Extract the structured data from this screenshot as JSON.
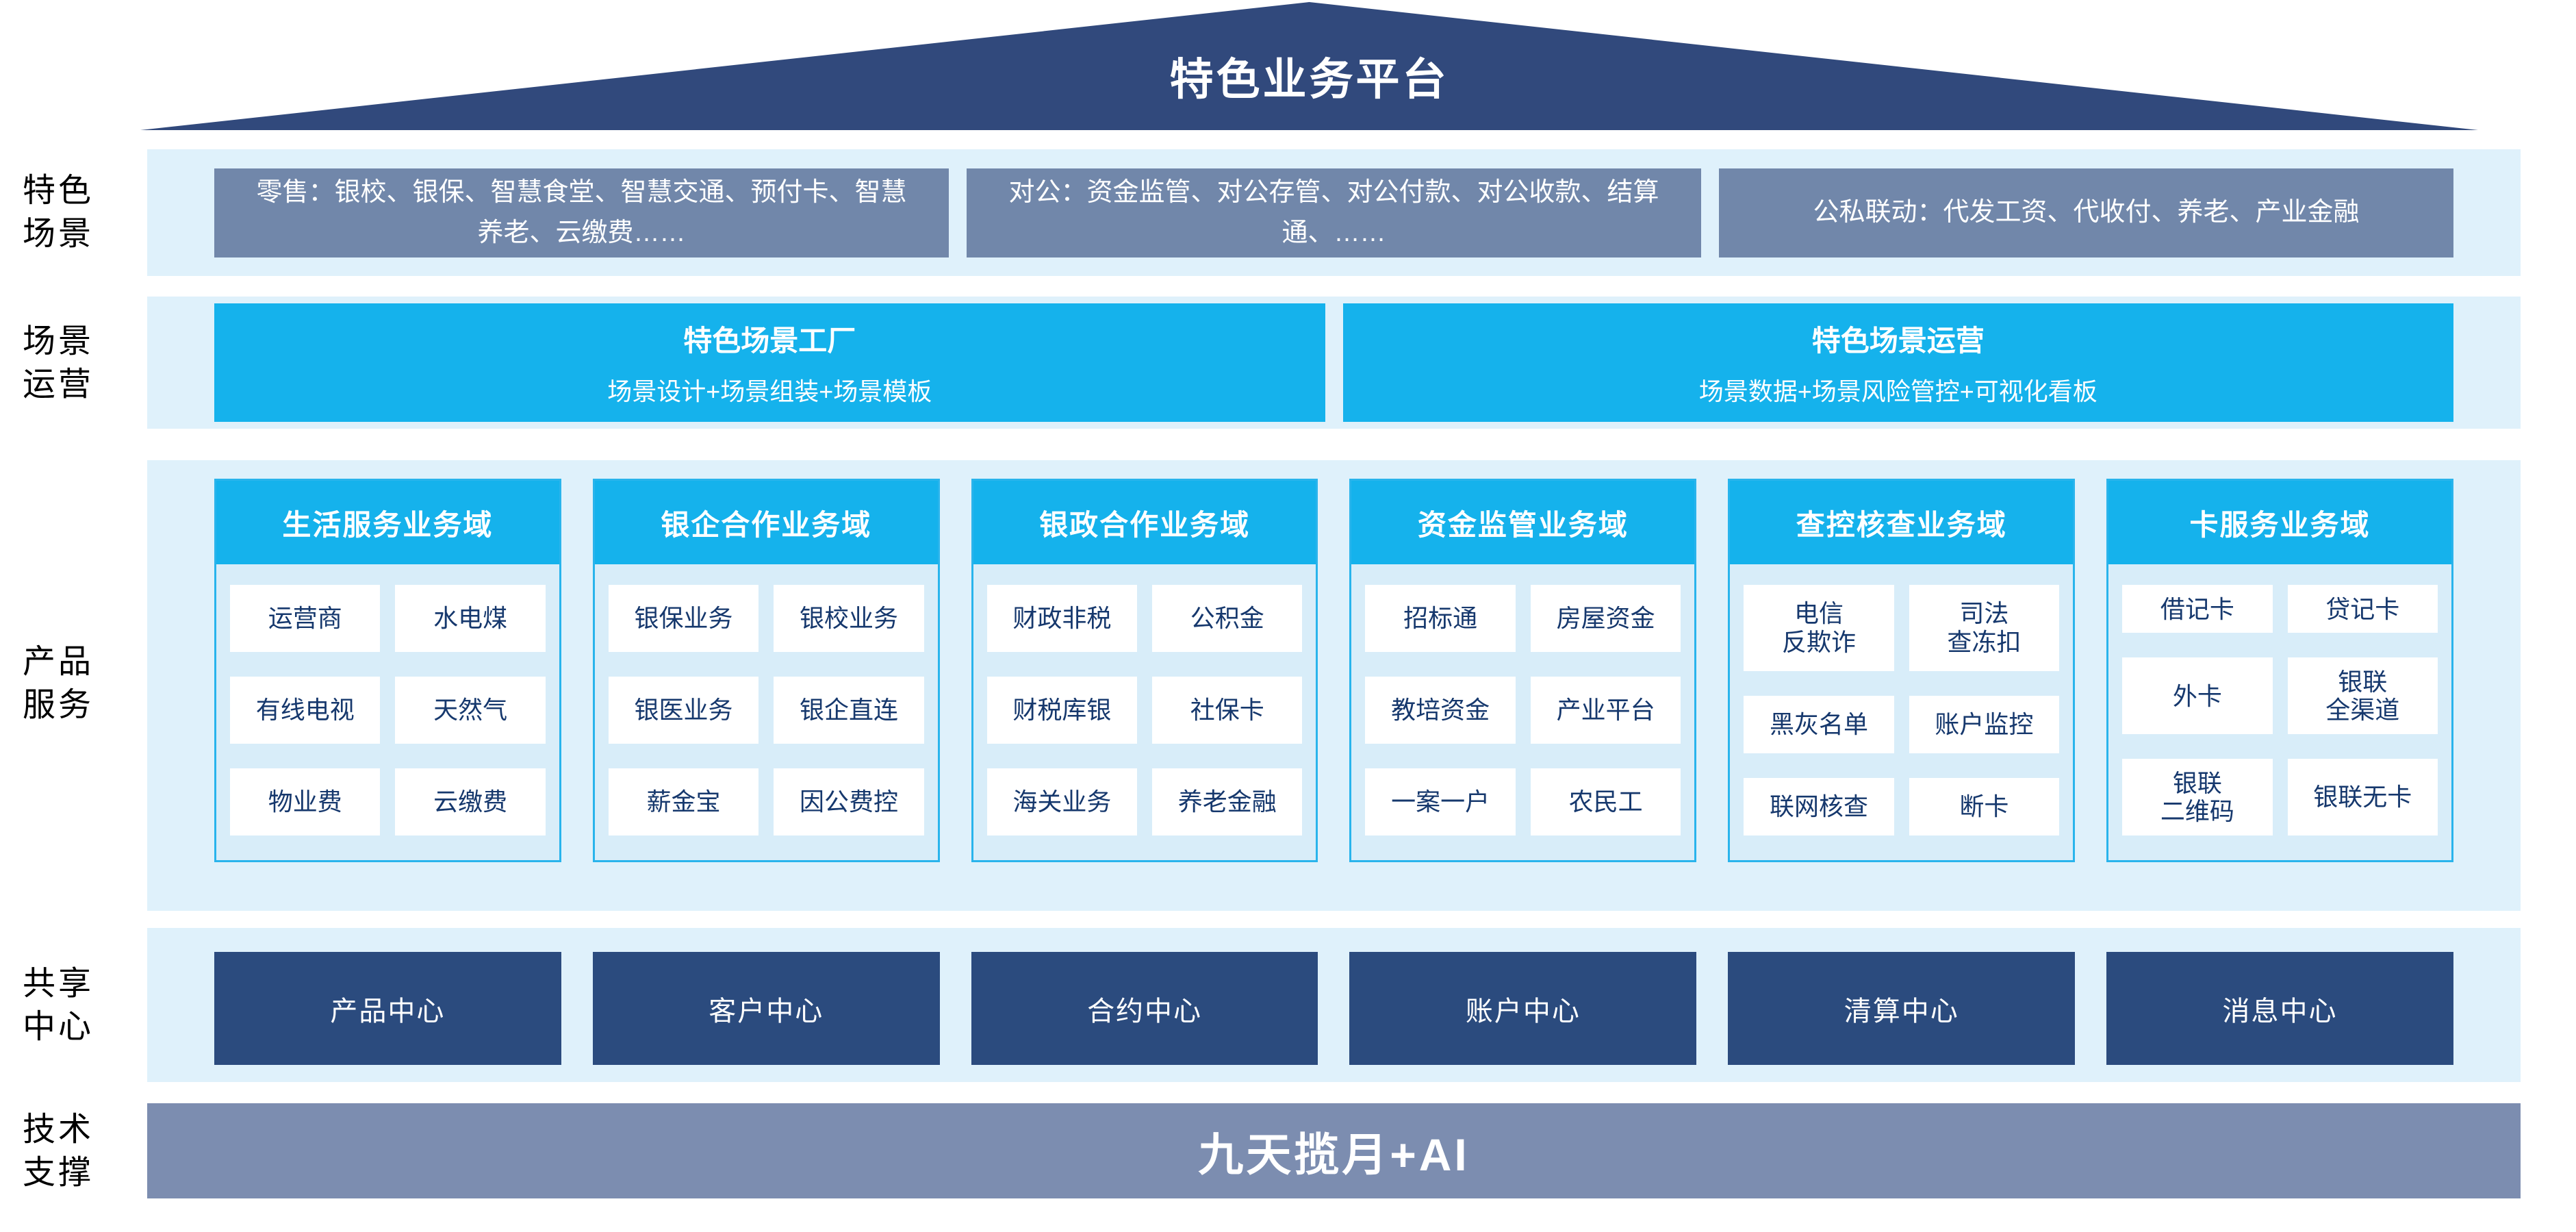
{
  "roof": {
    "title": "特色业务平台"
  },
  "labels": {
    "scenes": "特色\n场景",
    "operations": "场景\n运营",
    "products": "产品\n服务",
    "shared": "共享\n中心",
    "tech": "技术\n支撑"
  },
  "scenes": {
    "boxes": [
      "零售：银校、银保、智慧食堂、智慧交通、预付卡、智慧养老、云缴费……",
      "对公：资金监管、对公存管、对公付款、对公收款、结算通、……",
      "公私联动：代发工资、代收付、养老、产业金融"
    ]
  },
  "operations": {
    "boxes": [
      {
        "title": "特色场景工厂",
        "subtitle": "场景设计+场景组装+场景模板"
      },
      {
        "title": "特色场景运营",
        "subtitle": "场景数据+场景风险管控+可视化看板"
      }
    ]
  },
  "products": {
    "domains": [
      {
        "header": "生活服务业务域",
        "cells": [
          "运营商",
          "水电煤",
          "有线电视",
          "天然气",
          "物业费",
          "云缴费"
        ]
      },
      {
        "header": "银企合作业务域",
        "cells": [
          "银保业务",
          "银校业务",
          "银医业务",
          "银企直连",
          "薪金宝",
          "因公费控"
        ]
      },
      {
        "header": "银政合作业务域",
        "cells": [
          "财政非税",
          "公积金",
          "财税库银",
          "社保卡",
          "海关业务",
          "养老金融"
        ]
      },
      {
        "header": "资金监管业务域",
        "cells": [
          "招标通",
          "房屋资金",
          "教培资金",
          "产业平台",
          "一案一户",
          "农民工"
        ]
      },
      {
        "header": "查控核查业务域",
        "cells": [
          "电信\n反欺诈",
          "司法\n查冻扣",
          "黑灰名单",
          "账户监控",
          "联网核查",
          "断卡"
        ]
      },
      {
        "header": "卡服务业务域",
        "cells": [
          "借记卡",
          "贷记卡",
          "外卡",
          "银联\n全渠道",
          "银联\n二维码",
          "银联无卡"
        ]
      }
    ]
  },
  "shared": {
    "centers": [
      "产品中心",
      "客户中心",
      "合约中心",
      "账户中心",
      "清算中心",
      "消息中心"
    ]
  },
  "tech": {
    "banner": "九天揽月+AI"
  },
  "colors": {
    "roof_navy": "#31497C",
    "slate_box": "#7187AA",
    "cyan": "#15B2EC",
    "pale_band": "#DFF1FB",
    "domain_body": "#D8EDF9",
    "domain_border": "#29B4EC",
    "cell_text": "#16386D",
    "center_navy": "#2B4B7E",
    "tech_band": "#7C8DB0"
  }
}
